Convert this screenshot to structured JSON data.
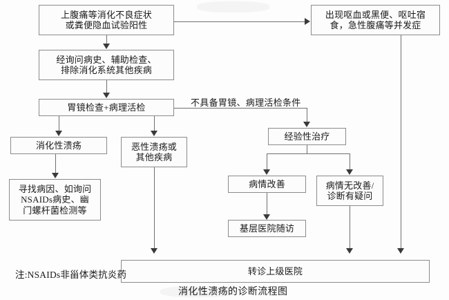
{
  "diagram": {
    "caption": "消化性溃疡的诊断流程图",
    "note": "注:NSAIDs非甾体类抗炎药",
    "edge_labels": {
      "no_endoscopy": "不具备胃镜、病理活检条件"
    },
    "colors": {
      "box_border": "#8a8a8a",
      "box_fill": "#fcfcfc",
      "connector": "#6f6f6f",
      "arrow": "#3a3a3a",
      "text": "#1a1a1a",
      "background": "#fdfdfd"
    },
    "nodes": [
      {
        "id": "symptoms",
        "label": "上腹痛等消化不良症状\n或粪便隐血试验阳性"
      },
      {
        "id": "complications",
        "label": "出现呕血或黑便、呕吐宿\n食，急性腹痛等并发症"
      },
      {
        "id": "history",
        "label": "经询问病史、辅助检查、\n排除消化系统其他疾病"
      },
      {
        "id": "endoscopy",
        "label": "胃镜检查+病理活检"
      },
      {
        "id": "peptic_ulcer",
        "label": "消化性溃疡"
      },
      {
        "id": "malignant",
        "label": "恶性溃疡或\n其他疾病"
      },
      {
        "id": "empirical",
        "label": "经验性治疗"
      },
      {
        "id": "etiology",
        "label": "寻找病因、如询问\nNSAIDs病史、幽\n门螺杆菌检测等"
      },
      {
        "id": "improved",
        "label": "病情改善"
      },
      {
        "id": "not_improved",
        "label": "病情无改善/\n诊断有疑问"
      },
      {
        "id": "followup",
        "label": "基层医院随访"
      },
      {
        "id": "referral",
        "label": "转诊上级医院"
      }
    ]
  }
}
